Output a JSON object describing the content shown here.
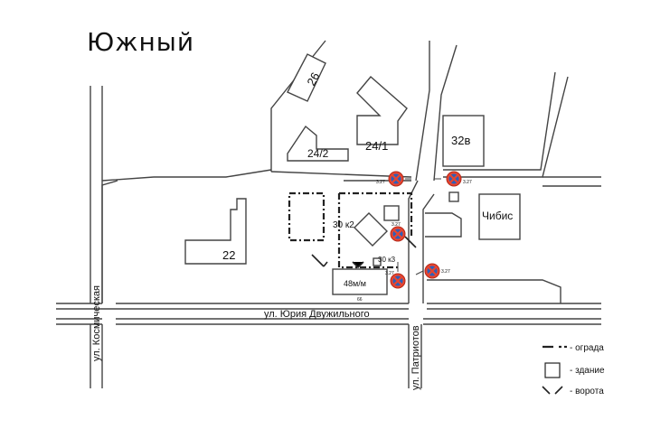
{
  "title": "Южный",
  "map": {
    "buildings": {
      "b26": "26",
      "b24_1": "24/1",
      "b24_2": "24/2",
      "b32v": "32в",
      "b22": "22",
      "chibis": "Чибис",
      "b30k2": "30 к2",
      "b30k3": "30 к3",
      "parking": "48м/м"
    },
    "streets": {
      "kosmicheskaya": "ул. Космическая",
      "dvuzhilnogo": "ул. Юрия Двужильного",
      "patriotov": "ул. Патриотов"
    },
    "sign_code": "3.27",
    "dimension": "66"
  },
  "legend": [
    {
      "symbol": "fence",
      "label": "- ограда"
    },
    {
      "symbol": "building",
      "label": "- здание"
    },
    {
      "symbol": "gate",
      "label": "- ворота"
    }
  ]
}
